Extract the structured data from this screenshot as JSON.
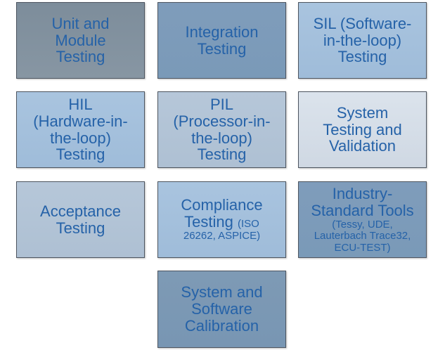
{
  "tiles": [
    {
      "lines": [
        "Unit and",
        "Module",
        "Testing"
      ]
    },
    {
      "lines": [
        "Integration",
        "Testing"
      ]
    },
    {
      "lines": [
        "SIL (Software-",
        "in-the-loop)",
        "Testing"
      ]
    },
    {
      "lines": [
        "HIL",
        "(Hardware-in-",
        "the-loop)",
        "Testing"
      ]
    },
    {
      "lines": [
        "PIL",
        "(Processor-in-",
        "the-loop)",
        "Testing"
      ]
    },
    {
      "lines": [
        "System",
        "Testing and",
        "Validation"
      ]
    },
    {
      "lines": [
        "Acceptance",
        "Testing"
      ]
    },
    {
      "title": "Compliance",
      "title2": "Testing",
      "small": "(ISO",
      "small2": "26262, ASPICE)"
    },
    {
      "title": "Industry-",
      "title2": "Standard Tools",
      "sub": [
        "(Tessy, UDE,",
        "Lauterbach Trace32,",
        "ECU-TEST)"
      ]
    },
    {
      "lines": [
        "System and",
        "Software",
        "Calibration"
      ]
    }
  ]
}
